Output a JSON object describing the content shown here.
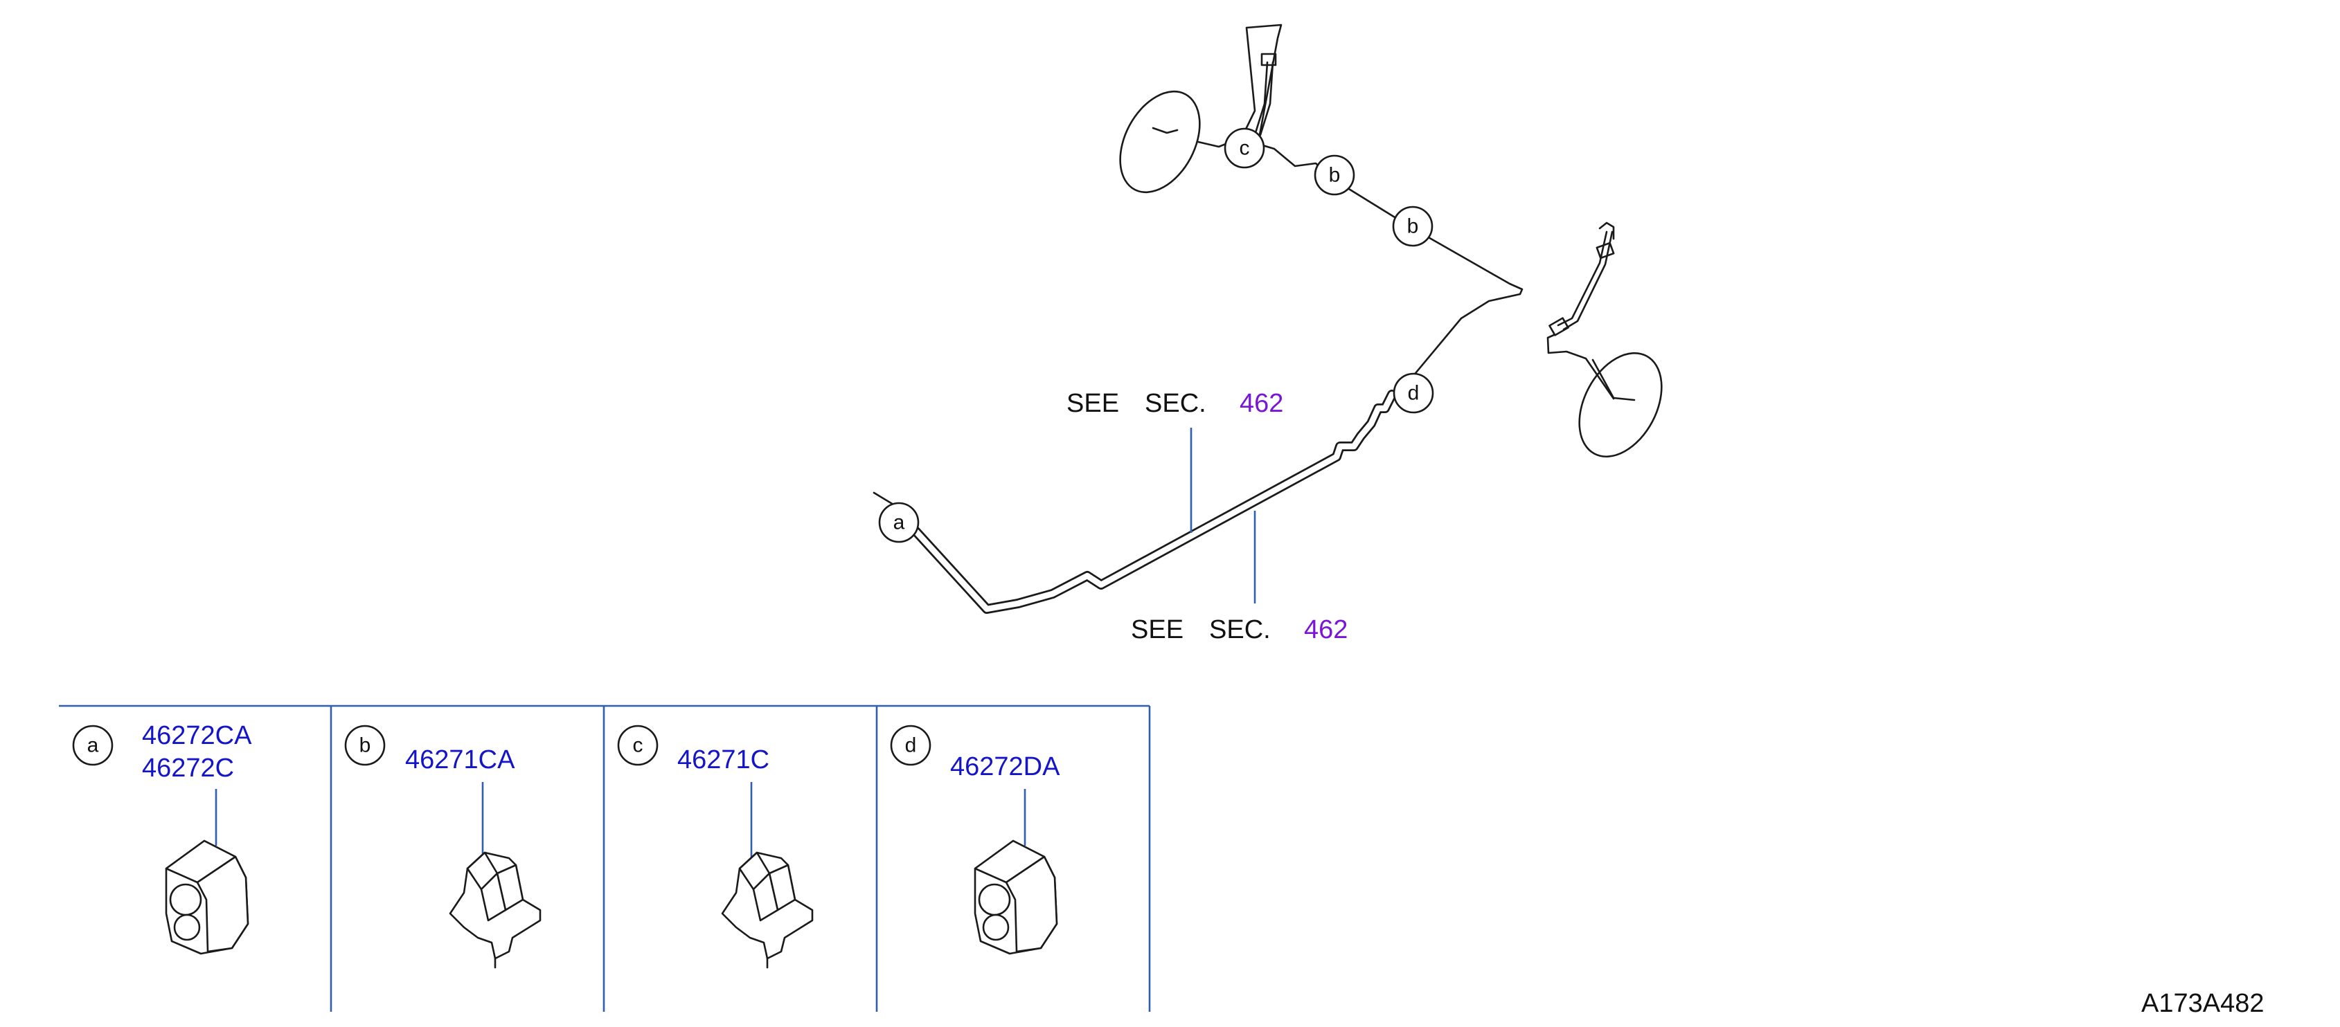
{
  "callouts": [
    "c",
    "b",
    "b",
    "d",
    "a"
  ],
  "see_sections": [
    {
      "see": "SEE",
      "sec": "SEC.",
      "num": "462"
    },
    {
      "see": "SEE",
      "sec": "SEC.",
      "num": "462"
    }
  ],
  "legend": [
    {
      "letter": "a",
      "parts": [
        "46272CA",
        "46272C"
      ]
    },
    {
      "letter": "b",
      "parts": [
        "46271CA"
      ]
    },
    {
      "letter": "c",
      "parts": [
        "46271C"
      ]
    },
    {
      "letter": "d",
      "parts": [
        "46272DA"
      ]
    }
  ],
  "reference_code": "A173A482",
  "colors": {
    "part_number": "#1414c8",
    "section_number": "#7a14d6",
    "frame": "#2f5fae"
  }
}
